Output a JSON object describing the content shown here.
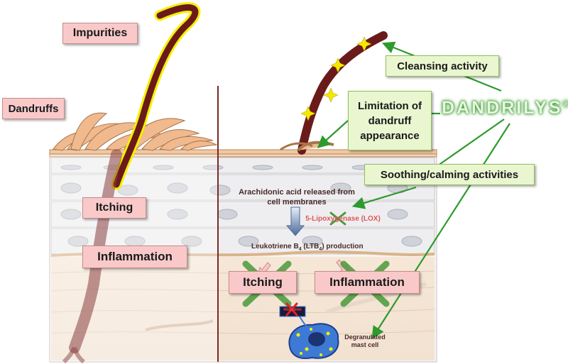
{
  "labels": {
    "impurities": "Impurities",
    "dandruffs": "Dandruffs",
    "itching_left": "Itching",
    "inflammation_left": "Inflammation",
    "itching_right": "Itching",
    "inflammation_right": "Inflammation",
    "cleansing": "Cleansing activity",
    "limitation": "Limitation of dandruff appearance",
    "soothing": "Soothing/calming activities",
    "arachidonic": "Arachidonic acid released from cell membranes",
    "lox": "5-Lipoxygenase (LOX)",
    "ltb4_prefix": "Leukotriene B",
    "ltb4_mid": " (LTB",
    "ltb4_suffix": ") production",
    "ltb4_sub": "4",
    "histamin": "Histamin",
    "mast_cell": "Degranulated mast cell"
  },
  "brand": {
    "name": "DANDRILYS",
    "mark": "®"
  },
  "colors": {
    "hair": "#6b1a1a",
    "impurity_outline": "#f4f000",
    "label_pink": "#f9c9c9",
    "label_green": "#eaf6d0",
    "arrow_green": "#2e9a2e",
    "cross_green": "#4a9a3a",
    "cell_fill": "#e8e8ea",
    "skin_layer": "#f3ddc6",
    "mast_cell": "#3d7ad6",
    "granule": "#f4f000"
  },
  "icons": {
    "star": "star-icon",
    "cross": "cross-icon",
    "arrow": "arrow-icon"
  }
}
